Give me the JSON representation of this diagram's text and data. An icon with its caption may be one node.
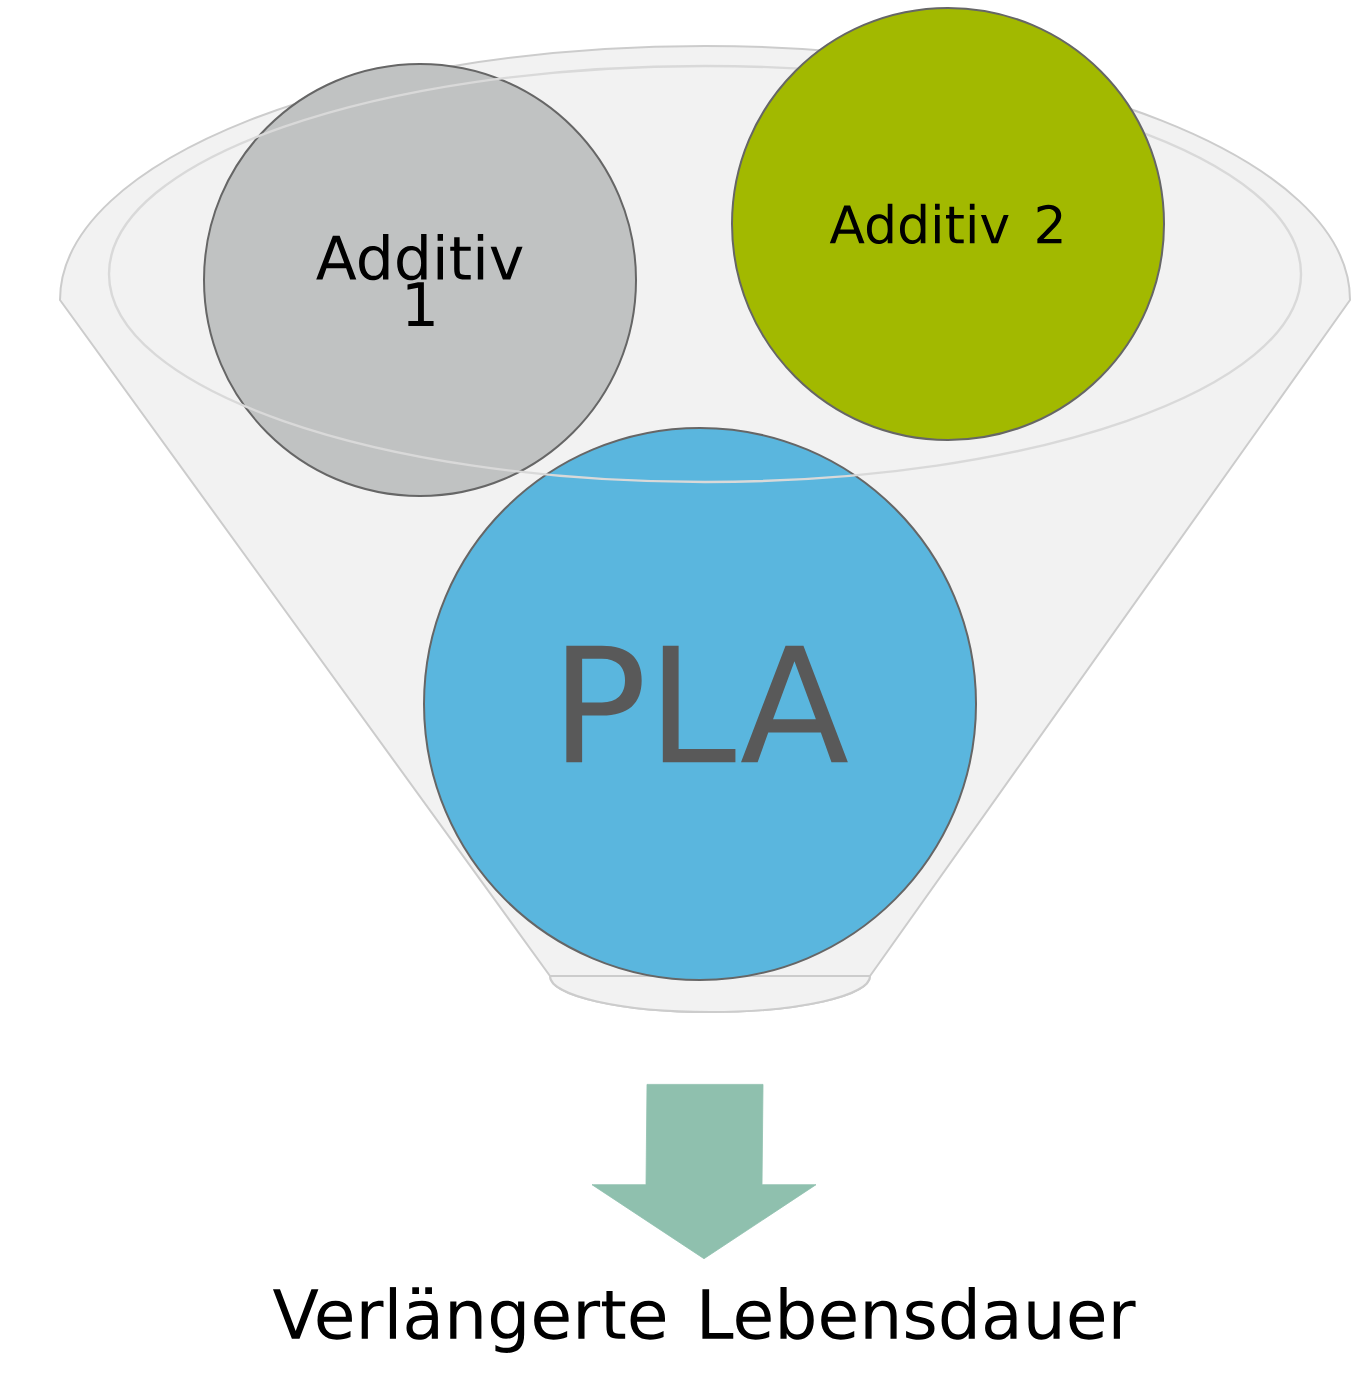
{
  "diagram": {
    "nodes": [
      {
        "text": [],
        "shape": "funnel"
      },
      {
        "text": [
          "Additiv 1"
        ],
        "in": 0
      },
      {
        "text": [
          "Additiv 2"
        ]
      },
      {
        "text": [
          "PLA"
        ],
        "in": 0
      },
      {
        "text": [
          "Verlängerte Lebensdauer"
        ]
      }
    ],
    "edges": [
      {
        "from": 0,
        "to": 4,
        "arrow": "to"
      }
    ]
  }
}
